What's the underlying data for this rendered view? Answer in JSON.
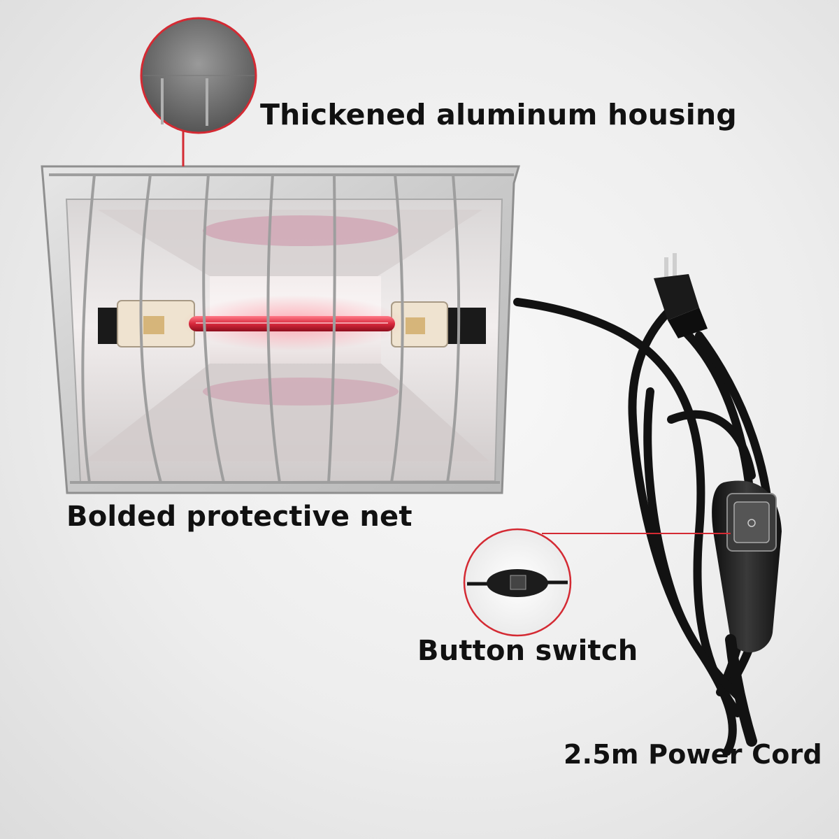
{
  "callouts": {
    "housing": "Thickened aluminum housing",
    "net": "Bolded protective net",
    "switch": "Button switch",
    "cord": "2.5m Power Cord"
  },
  "colors": {
    "accent": "#d42a33",
    "background": "#eeeeee",
    "lamp_glow": "#d8283c",
    "cord": "#121212"
  }
}
